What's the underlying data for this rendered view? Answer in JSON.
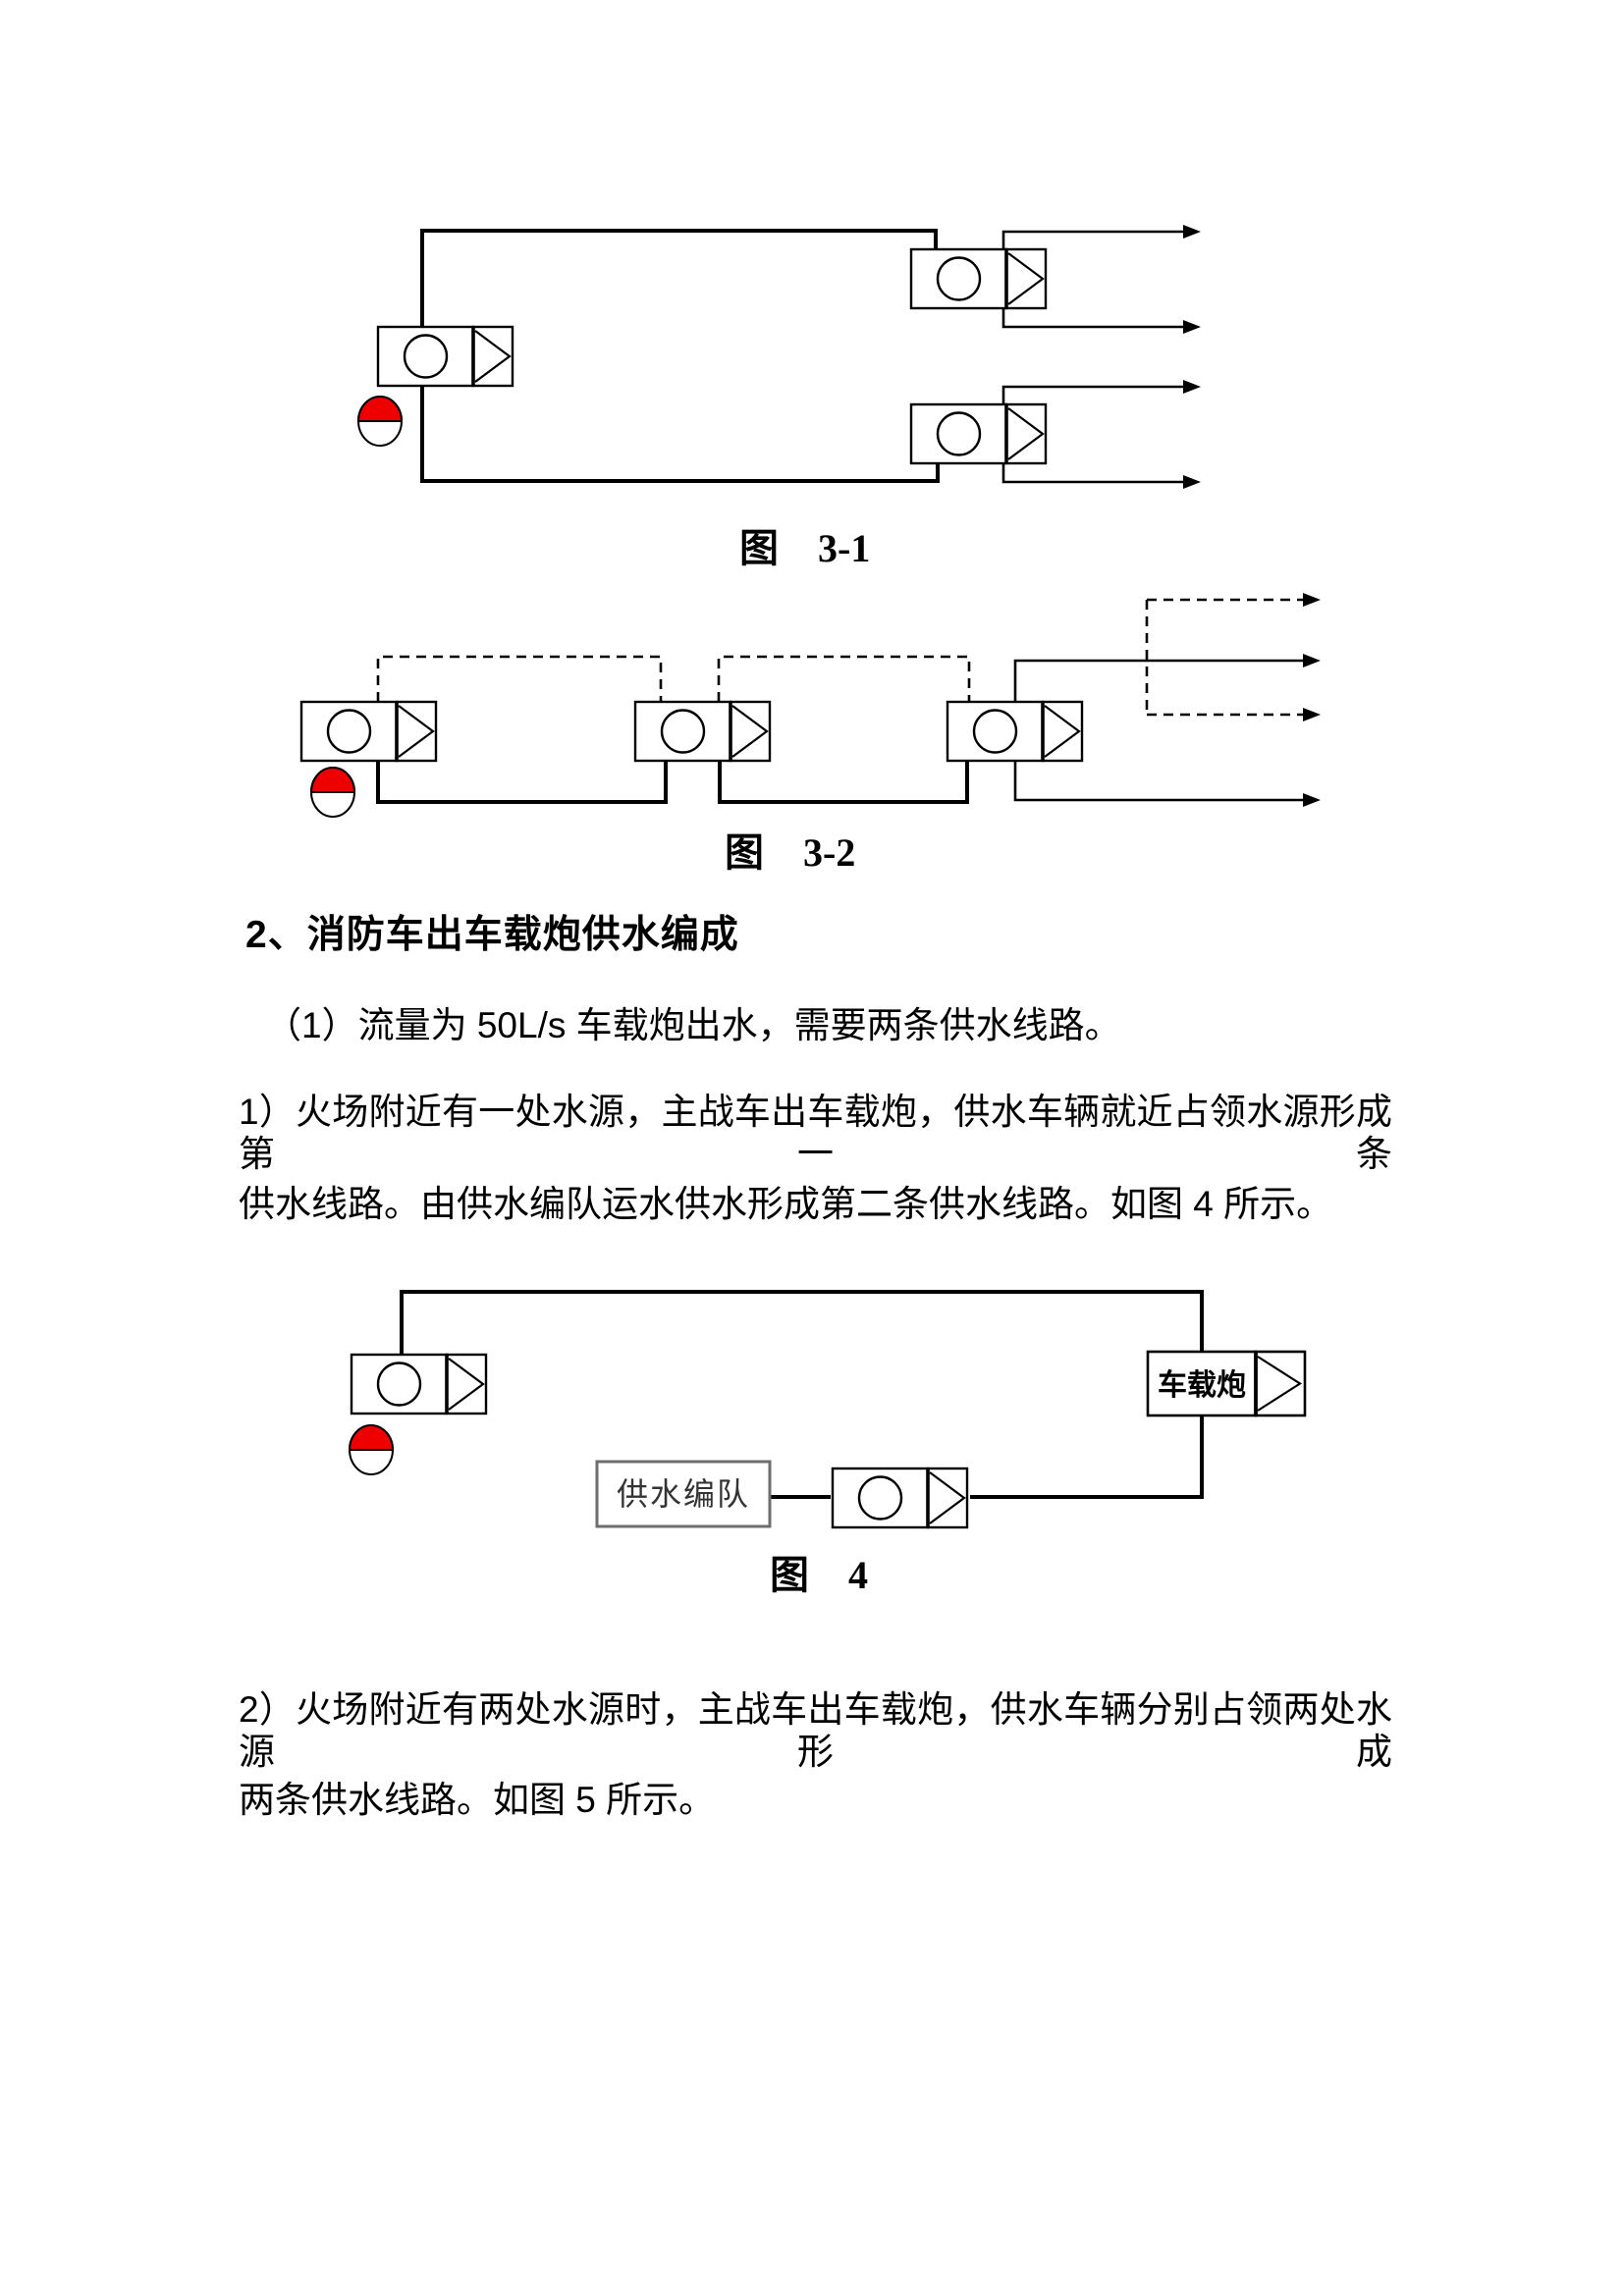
{
  "page": {
    "background": "#ffffff",
    "line_color": "#000000",
    "hydrant_red": "#ee0000",
    "supply_box_border": "#6e6e6e"
  },
  "figures": {
    "fig31": {
      "caption": "图　3-1"
    },
    "fig32": {
      "caption": "图　3-2"
    },
    "fig4": {
      "caption": "图　4",
      "cannon_truck_label": "车载炮",
      "supply_unit_label": "供水编队"
    }
  },
  "heading": "2、消防车出车载炮供水编成",
  "paragraphs": {
    "p1": "（1）流量为 50L/s 车载炮出水，需要两条供水线路。",
    "p2": "1）火场附近有一处水源，主战车出车载炮，供水车辆就近占领水源形成第一条",
    "p3": "供水线路。由供水编队运水供水形成第二条供水线路。如图 4 所示。",
    "p4": "2）火场附近有两处水源时，主战车出车载炮，供水车辆分别占领两处水源形成",
    "p5": "两条供水线路。如图 5 所示。"
  }
}
